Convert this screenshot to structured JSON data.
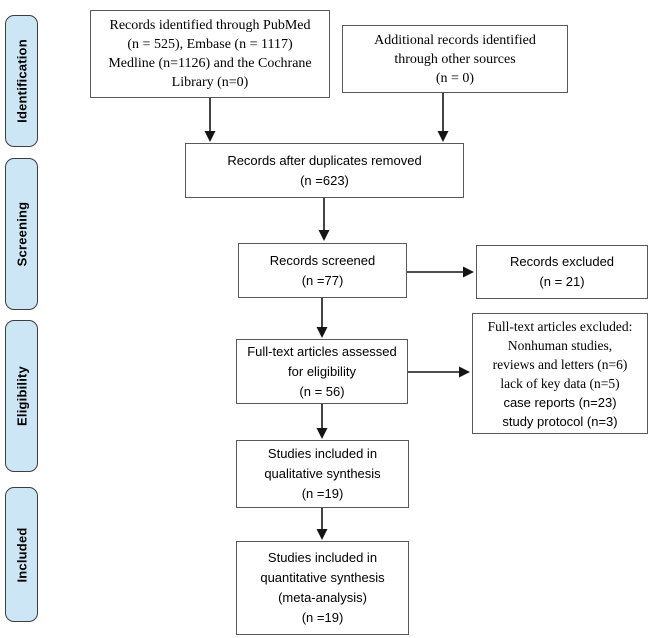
{
  "diagram": {
    "type": "prisma-flow-diagram",
    "colors": {
      "stage_fill": "#cce6f5",
      "stage_border": "#3d3d3d",
      "box_border": "#595959",
      "arrow": "#151515",
      "background": "#ffffff"
    }
  },
  "sidebar": {
    "stages": [
      {
        "label": "Identification"
      },
      {
        "label": "Screening"
      },
      {
        "label": "Eligibility"
      },
      {
        "label": "Included"
      }
    ]
  },
  "boxes": {
    "sources": {
      "lines": [
        "Records identified through PubMed",
        "(n = 525), Embase (n = 1117)",
        "Medline (n=1126) and the Cochrane",
        "Library (n=0)"
      ]
    },
    "other_sources": {
      "lines": [
        "Additional records identified",
        "through other sources",
        "(n = 0)"
      ]
    },
    "deduplicated": {
      "lines": [
        "Records after duplicates removed",
        "(n =623)"
      ]
    },
    "screened": {
      "lines": [
        "Records screened",
        "(n =77)"
      ]
    },
    "records_excluded": {
      "lines": [
        "Records excluded",
        "(n = 21)"
      ]
    },
    "fulltext_assessed": {
      "lines": [
        "Full-text articles assessed",
        "for eligibility",
        "(n = 56)"
      ]
    },
    "fulltext_excluded": {
      "lines": [
        "Full-text articles excluded:",
        "Nonhuman studies,",
        "reviews and letters (n=6)",
        "lack of key data (n=5)",
        "case reports (n=23)",
        "study protocol (n=3)"
      ]
    },
    "qualitative": {
      "lines": [
        "Studies included in",
        "qualitative synthesis",
        "(n =19)"
      ]
    },
    "quantitative": {
      "lines": [
        "Studies included in",
        "quantitative synthesis",
        "(meta-analysis)",
        "(n =19)"
      ]
    }
  }
}
